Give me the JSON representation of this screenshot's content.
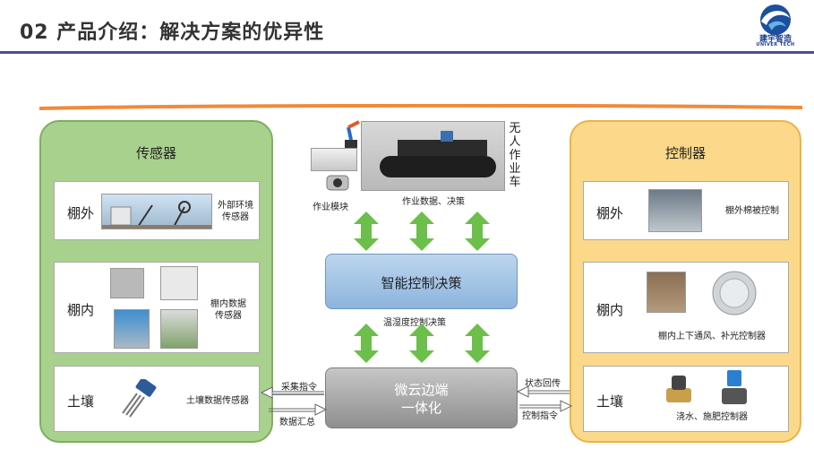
{
  "header": {
    "title": "02 产品介绍：解决方案的优异性",
    "logo_text": "建宇智造",
    "logo_subtext": "UNIVER TECH"
  },
  "colors": {
    "title_rule": "#4b4f91",
    "accent_orange": "#f08a3c",
    "sensor_panel": "#a9d18e",
    "control_panel": "#fbd88a",
    "decision_box": "#9dc3e6",
    "cloud_box": "#a6a6a6",
    "arrow_green": "#6cbf4a"
  },
  "sensors": {
    "title": "传感器",
    "rows": [
      {
        "label": "棚外",
        "desc": "外部环境\n传感器"
      },
      {
        "label": "棚内",
        "desc": "棚内数据\n传感器"
      },
      {
        "label": "土壤",
        "desc": "土壤数据传感器"
      }
    ]
  },
  "controllers": {
    "title": "控制器",
    "rows": [
      {
        "label": "棚外",
        "desc": "棚外棉被控制"
      },
      {
        "label": "棚内",
        "desc": "棚内上下通风、补光控制器"
      },
      {
        "label": "土壤",
        "desc": "浇水、施肥控制器"
      }
    ]
  },
  "center": {
    "vehicle_label": "无人作业车",
    "module_label": "作业模块",
    "work_data_label": "作业数据、决策",
    "decision_label": "智能控制决策",
    "temp_label": "温湿度控制决策",
    "cloud_label_1": "微云边端",
    "cloud_label_2": "一体化"
  },
  "flows": {
    "collect_cmd": "采集指令",
    "data_summary": "数据汇总",
    "status_return": "状态回传",
    "control_cmd": "控制指令"
  }
}
